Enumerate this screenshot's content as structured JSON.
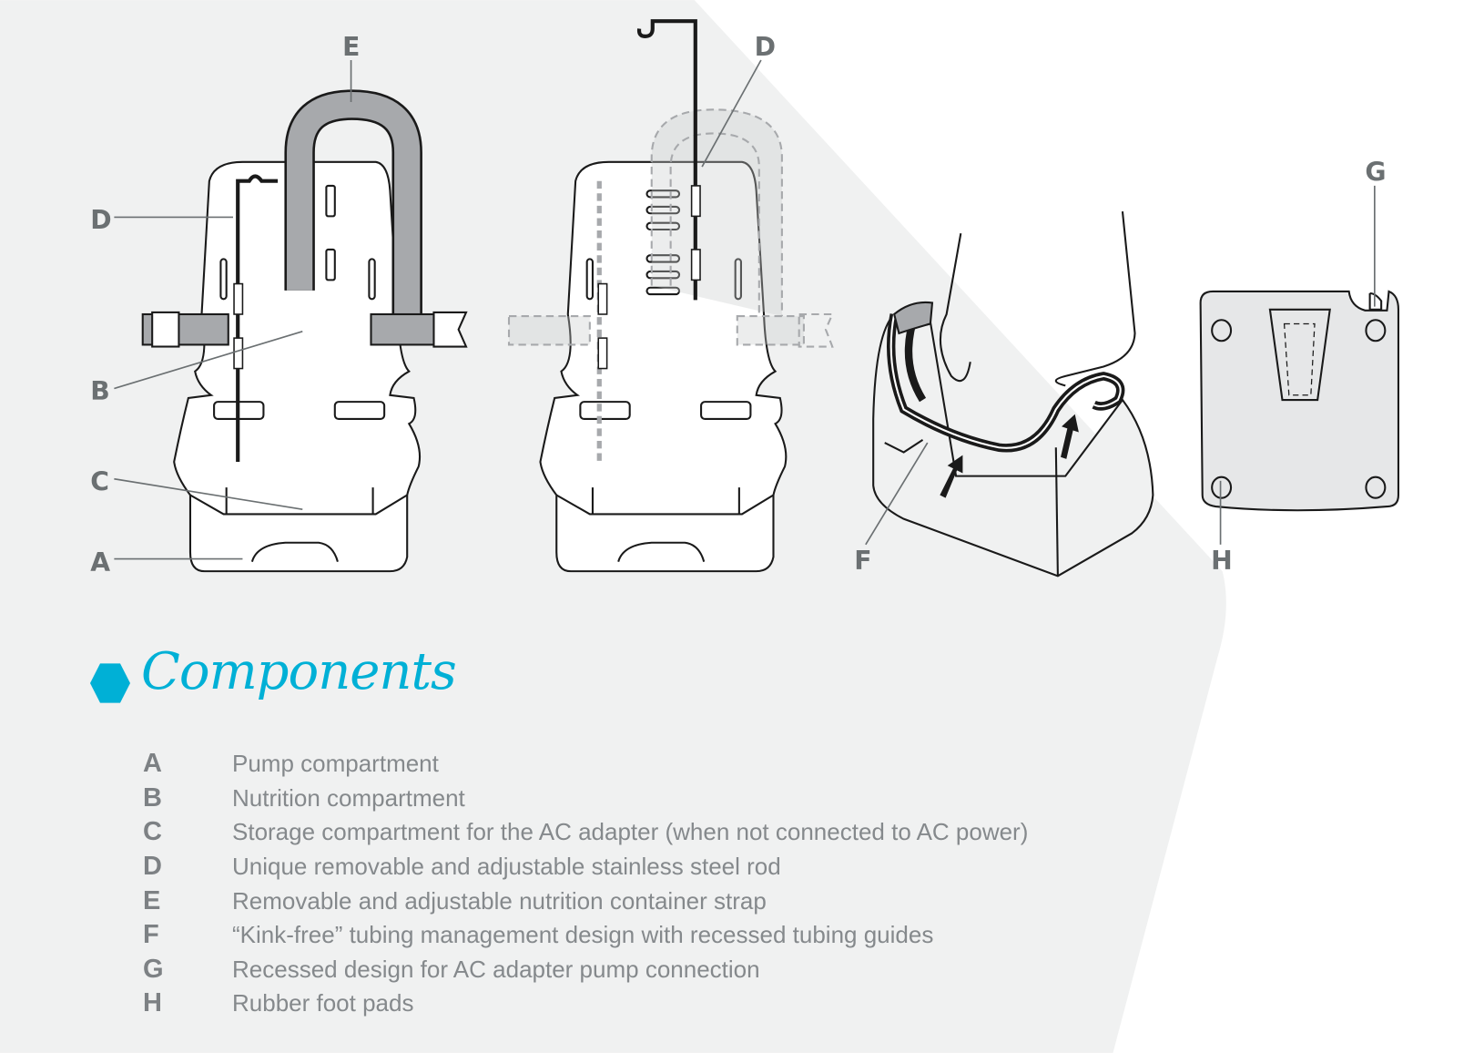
{
  "diagram": {
    "callouts": {
      "front_E": "E",
      "front_D": "D",
      "front_B": "B",
      "front_C": "C",
      "front_A": "A",
      "back_D": "D",
      "base_F": "F",
      "bottom_G": "G",
      "bottom_H": "H"
    }
  },
  "components": {
    "title": "Components",
    "items": [
      {
        "letter": "A",
        "text": "Pump compartment"
      },
      {
        "letter": "B",
        "text": "Nutrition compartment"
      },
      {
        "letter": "C",
        "text": "Storage compartment for the AC adapter (when not connected to AC power)"
      },
      {
        "letter": "D",
        "text": "Unique removable and adjustable stainless steel rod"
      },
      {
        "letter": "E",
        "text": "Removable and adjustable nutrition container strap"
      },
      {
        "letter": "F",
        "text": "“Kink-free” tubing management design with recessed tubing guides"
      },
      {
        "letter": "G",
        "text": "Recessed design for AC adapter pump connection"
      },
      {
        "letter": "H",
        "text": "Rubber foot pads"
      }
    ]
  },
  "colors": {
    "accent": "#00b0d6",
    "panel": "#f0f1f1",
    "label": "#6b7072",
    "text": "#85898c"
  }
}
